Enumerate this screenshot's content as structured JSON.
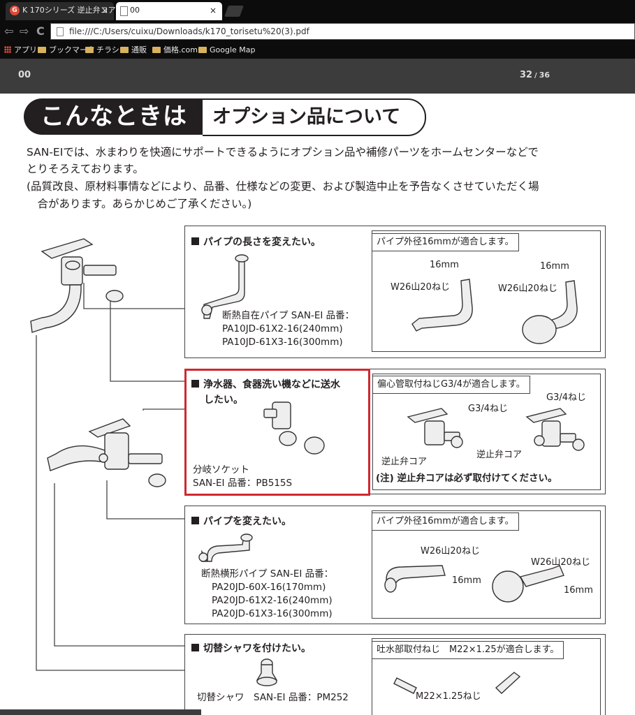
{
  "browser": {
    "tabs": [
      {
        "title": "K 170シリーズ 逆止弁コア -",
        "close": "×"
      },
      {
        "title": "00",
        "close": "×"
      }
    ],
    "nav": {
      "back": "⇦",
      "forward": "⇨",
      "reload": "C"
    },
    "url": "file:///C:/Users/cuixu/Downloads/k170_torisetu%20(3).pdf",
    "bookmarks": [
      "アプリ",
      "ブックマーク",
      "チラシ",
      "通販",
      "価格.com",
      "Google Map"
    ]
  },
  "pdf": {
    "title": "00",
    "current_page": "32",
    "separator": "/",
    "total_pages": "36"
  },
  "doc": {
    "title_main": "こんなときは",
    "title_sub": "オプション品について",
    "intro": [
      "SAN-EIでは、水まわりを快適にサポートできるようにオプション品や補修パーツをホームセンターなどで",
      "とりそろえております。",
      "(品質改良、原材料事情などにより、品番、仕様などの変更、および製造中止を予告なくさせていただく場",
      "　合があります。あらかじめご了承ください。)"
    ],
    "sections": [
      {
        "heading": "パイプの長さを変えたい。",
        "product": [
          "断熱自在パイプ SAN-EI 品番：",
          "PA10JD-61X2-16(240mm)",
          "PA10JD-61X3-16(300mm)"
        ],
        "note": "パイプ外径16mmが適合します。",
        "labels": [
          "16mm",
          "W26山20ねじ",
          "16mm",
          "W26山20ねじ"
        ]
      },
      {
        "heading": "浄水器、食器洗い機などに送水",
        "heading2": "したい。",
        "product": [
          "分岐ソケット",
          "SAN-EI 品番：PB515S"
        ],
        "note": "偏心管取付ねじG3/4が適合します。",
        "labels": [
          "G3/4ねじ",
          "G3/4ねじ",
          "逆止弁コア",
          "逆止弁コア"
        ],
        "caution": "(注) 逆止弁コアは必ず取付けてください。"
      },
      {
        "heading": "パイプを変えたい。",
        "product": [
          "断熱横形パイプ SAN-EI 品番：",
          "PA20JD-60X-16(170mm)",
          "PA20JD-61X2-16(240mm)",
          "PA20JD-61X3-16(300mm)"
        ],
        "note": "パイプ外径16mmが適合します。",
        "labels": [
          "W26山20ねじ",
          "16mm",
          "W26山20ねじ",
          "16mm"
        ]
      },
      {
        "heading": "切替シャワを付けたい。",
        "product": [
          "切替シャワ　SAN-EI 品番：PM252"
        ],
        "note": "吐水部取付ねじ　M22×1.25が適合します。",
        "labels": [
          "M22×1.25ねじ"
        ]
      }
    ]
  }
}
